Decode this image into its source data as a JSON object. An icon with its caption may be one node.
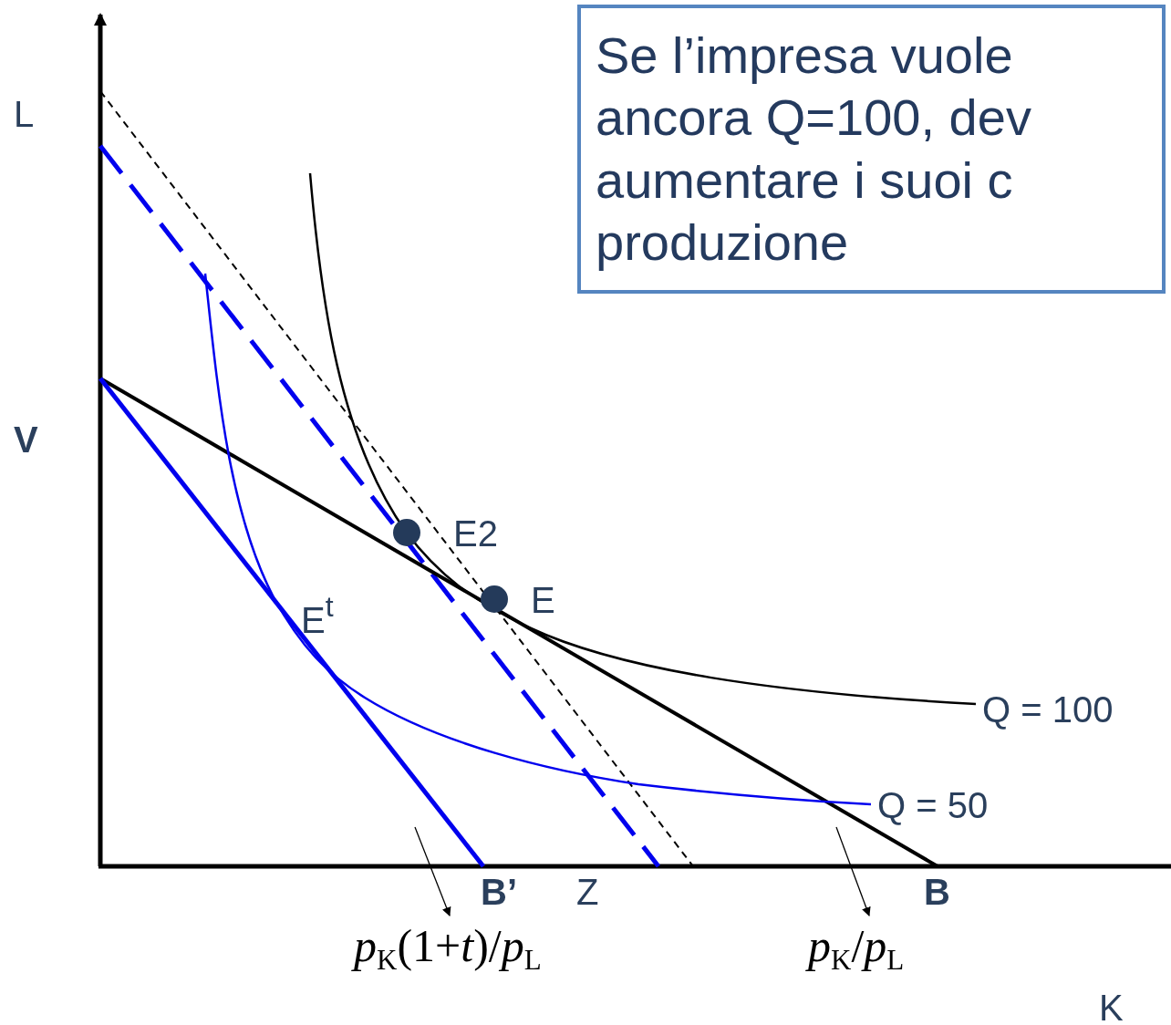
{
  "diagram": {
    "nodes": [
      {
        "text": [
          "Se l’impresa vuole ancora Q=100, dev aumentare i suoi c produzione"
        ]
      },
      {
        "text": [
          "*p*$_{K}$(1+*t*)/*p*$_{L}$"
        ]
      },
      {
        "text": [
          "*p*$_{K}$/*p*$_{L}$"
        ]
      }
    ],
    "edges": [
      {
        "from": null,
        "to": 1,
        "arrow": "to"
      },
      {
        "from": null,
        "to": 2,
        "arrow": "to"
      }
    ],
    "labels": [
      "L",
      "V",
      "E2",
      "E",
      "E$^{t}$",
      "Q = 100",
      "Q = 50",
      "B’",
      "Z",
      "B",
      "K"
    ]
  }
}
